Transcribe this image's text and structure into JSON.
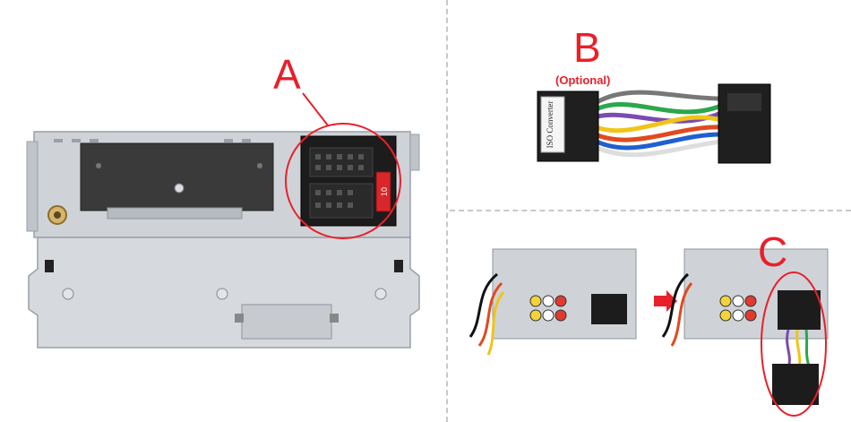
{
  "labels": {
    "a": "A",
    "b": "B",
    "b_note": "(Optional)",
    "c": "C"
  },
  "converter_text": "ISO Converter",
  "fuse_text": "10",
  "colors": {
    "callout_red": "#e8202a",
    "divider": "#c8c8c8",
    "metal": "#c9cdd2",
    "dark_plate": "#3a3a3a"
  }
}
